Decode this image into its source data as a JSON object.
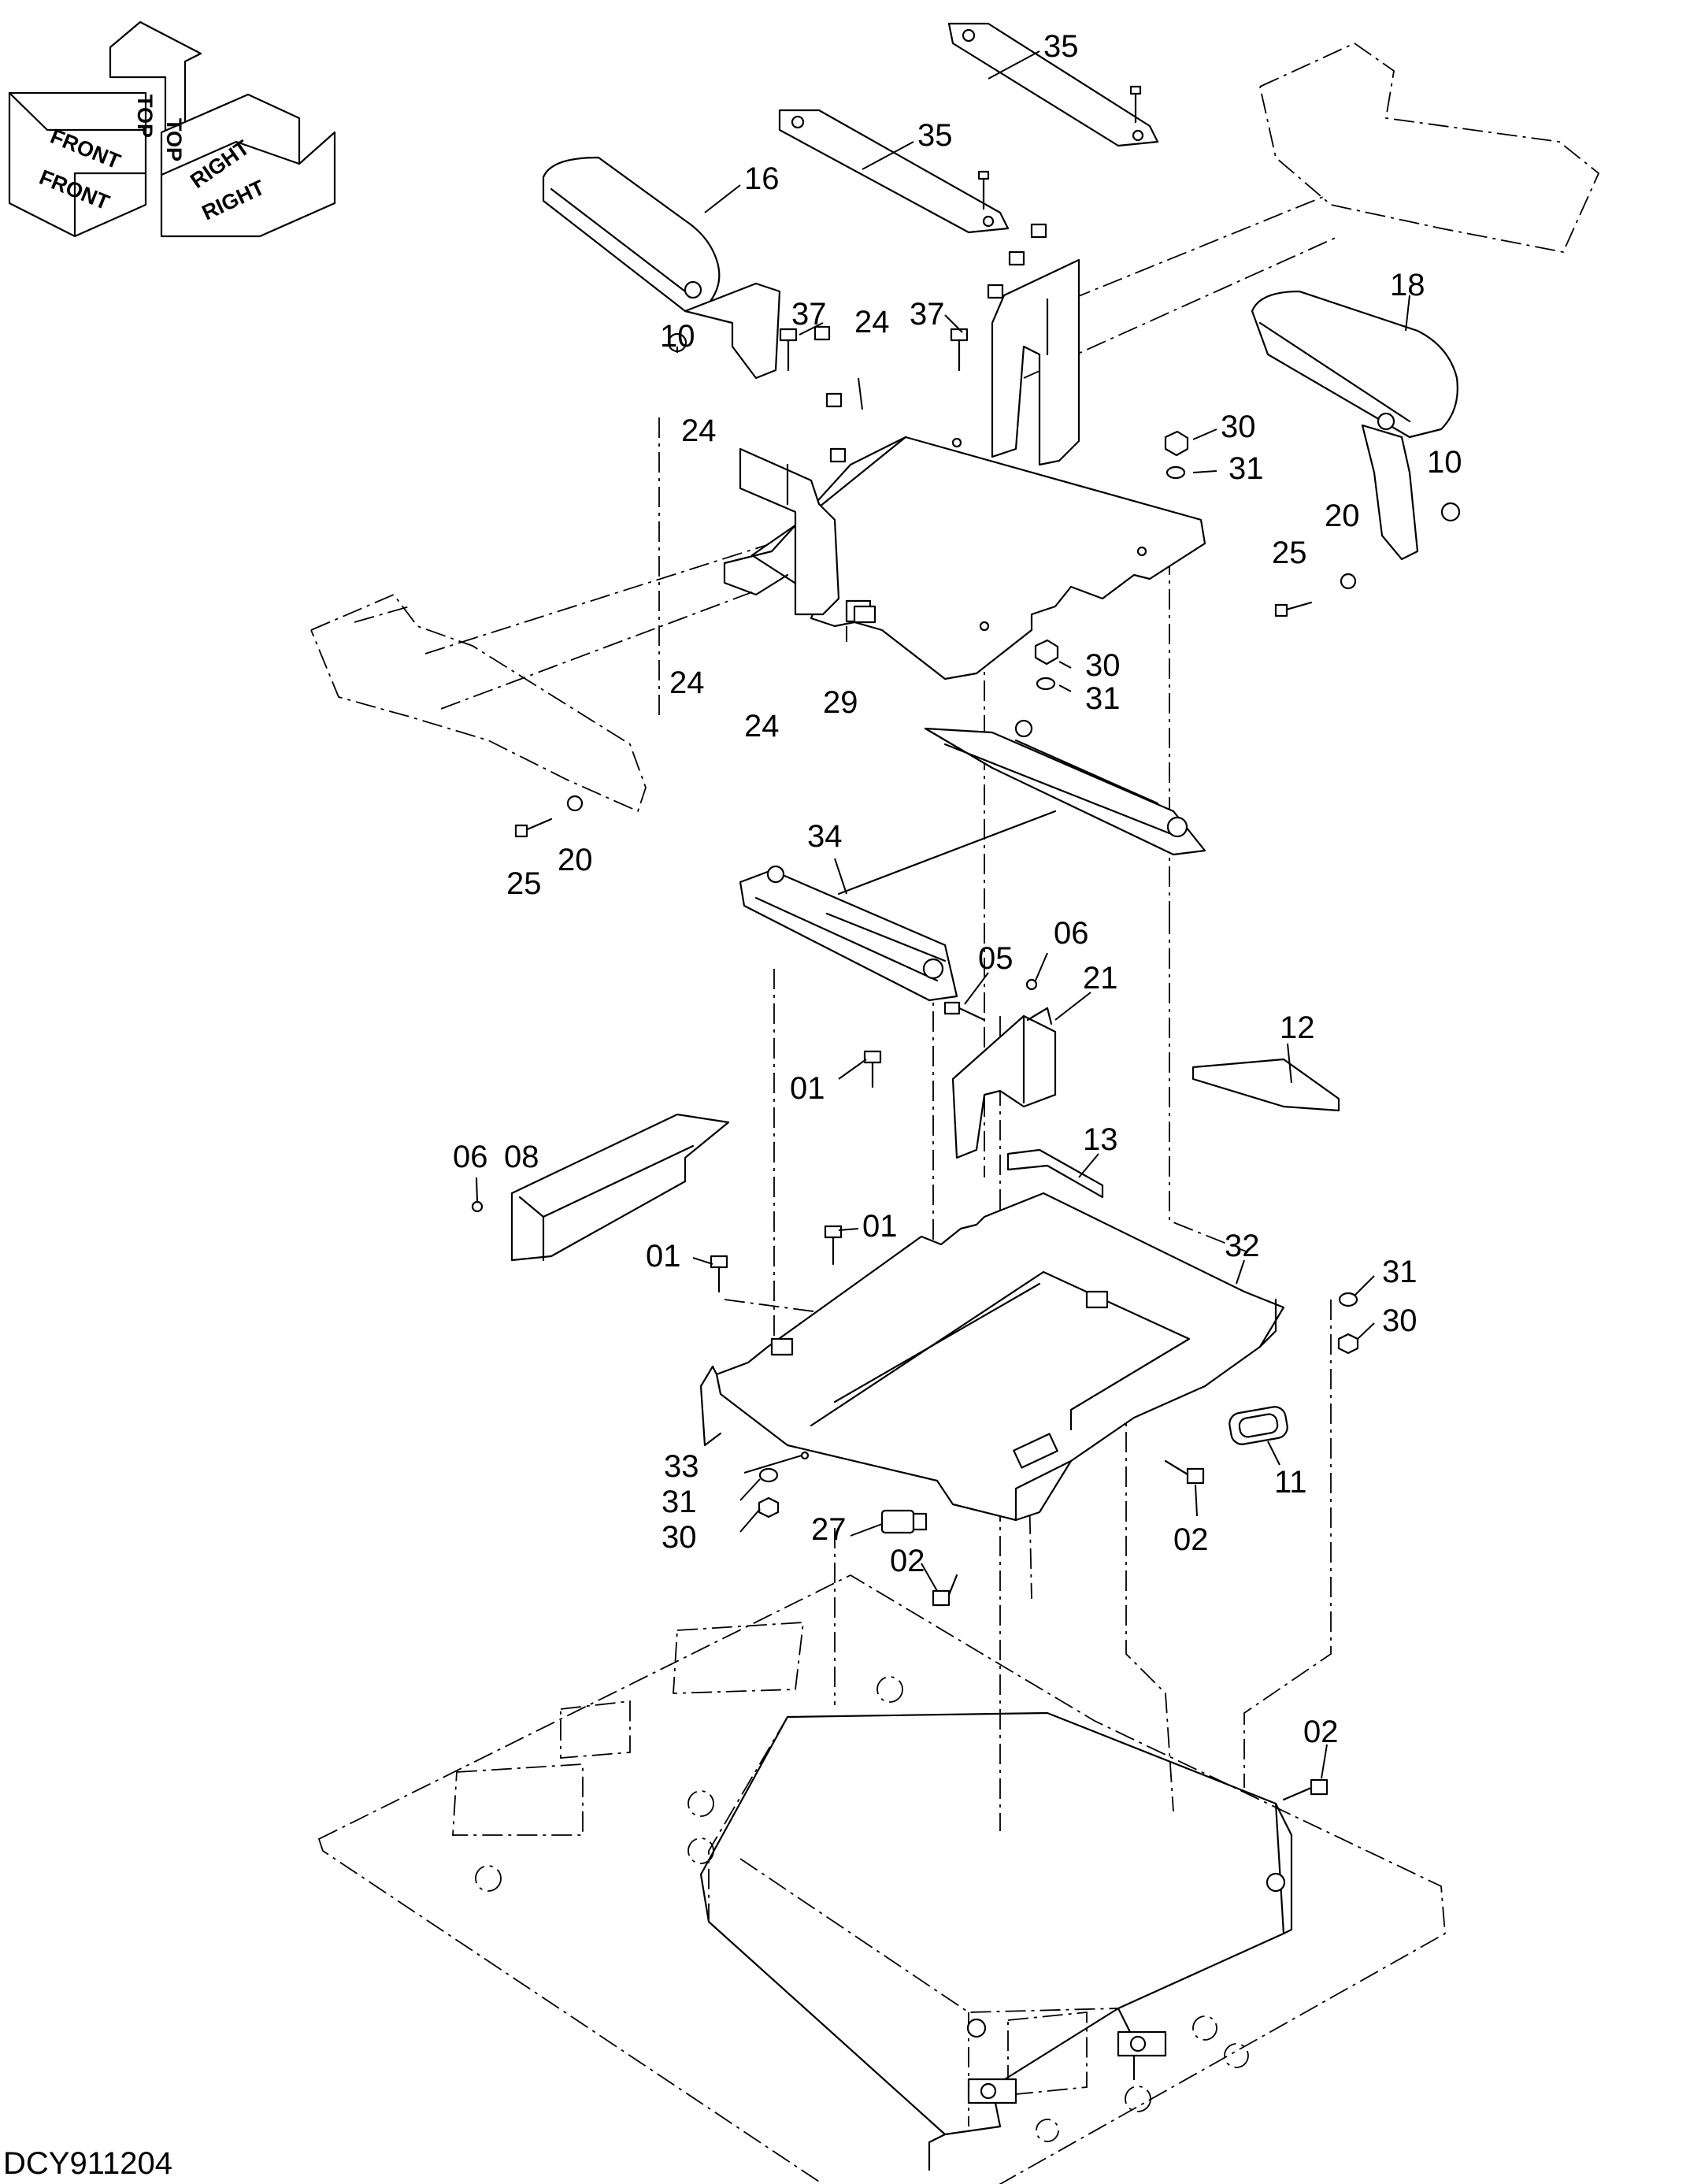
{
  "orientation": {
    "top": "TOP",
    "front": "FRONT",
    "right": "RIGHT"
  },
  "callouts": [
    {
      "label": "35",
      "part": "strap-upper"
    },
    {
      "label": "35",
      "part": "strap-lower"
    },
    {
      "label": "16",
      "part": "armrest-left"
    },
    {
      "label": "18",
      "part": "armrest-right"
    },
    {
      "label": "10",
      "part": "nut-left"
    },
    {
      "label": "10",
      "part": "nut-right"
    },
    {
      "label": "37",
      "part": "bolt-37-a"
    },
    {
      "label": "37",
      "part": "bolt-37-b"
    },
    {
      "label": "24",
      "part": "screw-24-a"
    },
    {
      "label": "24",
      "part": "screw-24-b"
    },
    {
      "label": "24",
      "part": "screw-24-c"
    },
    {
      "label": "24",
      "part": "screw-24-d"
    },
    {
      "label": "30",
      "part": "nut-30-a"
    },
    {
      "label": "31",
      "part": "washer-31-a"
    },
    {
      "label": "30",
      "part": "nut-30-b"
    },
    {
      "label": "31",
      "part": "washer-31-b"
    },
    {
      "label": "29",
      "part": "clip"
    },
    {
      "label": "20",
      "part": "washer-20-right"
    },
    {
      "label": "25",
      "part": "bolt-25-right"
    },
    {
      "label": "25",
      "part": "bolt-25-left"
    },
    {
      "label": "20",
      "part": "washer-20-left"
    },
    {
      "label": "34",
      "part": "slide-rail"
    },
    {
      "label": "06",
      "part": "screw-06-top"
    },
    {
      "label": "05",
      "part": "bolt-05"
    },
    {
      "label": "21",
      "part": "bracket"
    },
    {
      "label": "12",
      "part": "plate-12"
    },
    {
      "label": "01",
      "part": "bolt-01-a"
    },
    {
      "label": "13",
      "part": "plate-13"
    },
    {
      "label": "06",
      "part": "screw-06-left"
    },
    {
      "label": "08",
      "part": "cover"
    },
    {
      "label": "01",
      "part": "bolt-01-b"
    },
    {
      "label": "01",
      "part": "bolt-01-c"
    },
    {
      "label": "32",
      "part": "base-frame"
    },
    {
      "label": "31",
      "part": "washer-31-c"
    },
    {
      "label": "30",
      "part": "nut-30-c"
    },
    {
      "label": "11",
      "part": "grommet"
    },
    {
      "label": "33",
      "part": "pin"
    },
    {
      "label": "31",
      "part": "washer-31-d"
    },
    {
      "label": "30",
      "part": "nut-30-d"
    },
    {
      "label": "27",
      "part": "connector"
    },
    {
      "label": "02",
      "part": "bolt-02-a"
    },
    {
      "label": "02",
      "part": "bolt-02-b"
    },
    {
      "label": "02",
      "part": "bolt-02-c"
    }
  ],
  "drawing_code": "DCY911204"
}
